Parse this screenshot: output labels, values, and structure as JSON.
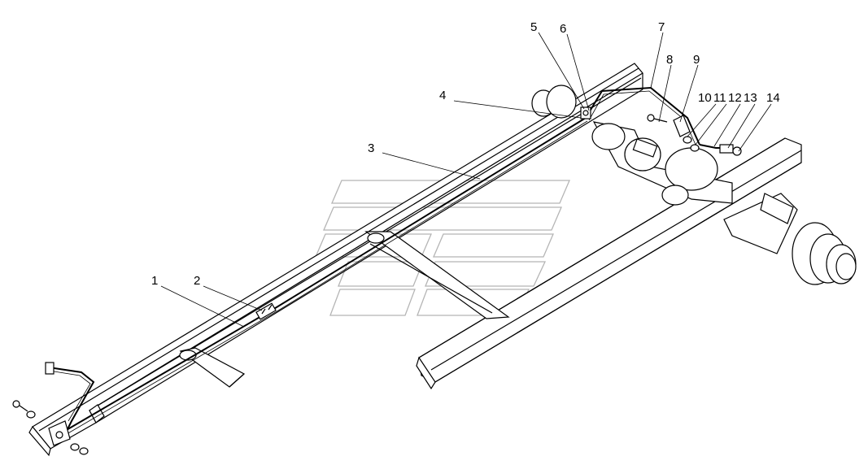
{
  "callouts": [
    {
      "id": "1",
      "label": "1"
    },
    {
      "id": "2",
      "label": "2"
    },
    {
      "id": "3",
      "label": "3"
    },
    {
      "id": "4",
      "label": "4"
    },
    {
      "id": "5",
      "label": "5"
    },
    {
      "id": "6",
      "label": "6"
    },
    {
      "id": "7",
      "label": "7"
    },
    {
      "id": "8",
      "label": "8"
    },
    {
      "id": "9",
      "label": "9"
    },
    {
      "id": "10",
      "label": "10"
    },
    {
      "id": "11",
      "label": "11"
    },
    {
      "id": "12",
      "label": "12"
    },
    {
      "id": "13",
      "label": "13"
    },
    {
      "id": "14",
      "label": "14"
    }
  ],
  "colors": {
    "line": "#000000",
    "background": "#ffffff",
    "watermark": "#b5b5b5"
  },
  "icons": {
    "watermark": "brand-logo-watermark"
  }
}
